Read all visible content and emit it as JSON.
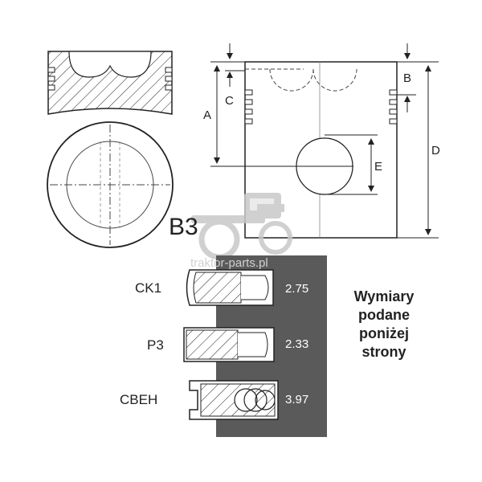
{
  "dimension_labels": {
    "a": "A",
    "b": "B",
    "c": "C",
    "d": "D",
    "e": "E"
  },
  "model_label": "B3",
  "watermark": "traktor-parts.pl",
  "rings": [
    {
      "name": "CK1",
      "value": "2.75"
    },
    {
      "name": "P3",
      "value": "2.33"
    },
    {
      "name": "CBEH",
      "value": "3.97"
    }
  ],
  "note_lines": [
    "Wymiary",
    "podane",
    "poniżej",
    "strony"
  ],
  "colors": {
    "panel": "#5a5a5a",
    "line": "#222222",
    "watermark": "#c8c8c8"
  }
}
